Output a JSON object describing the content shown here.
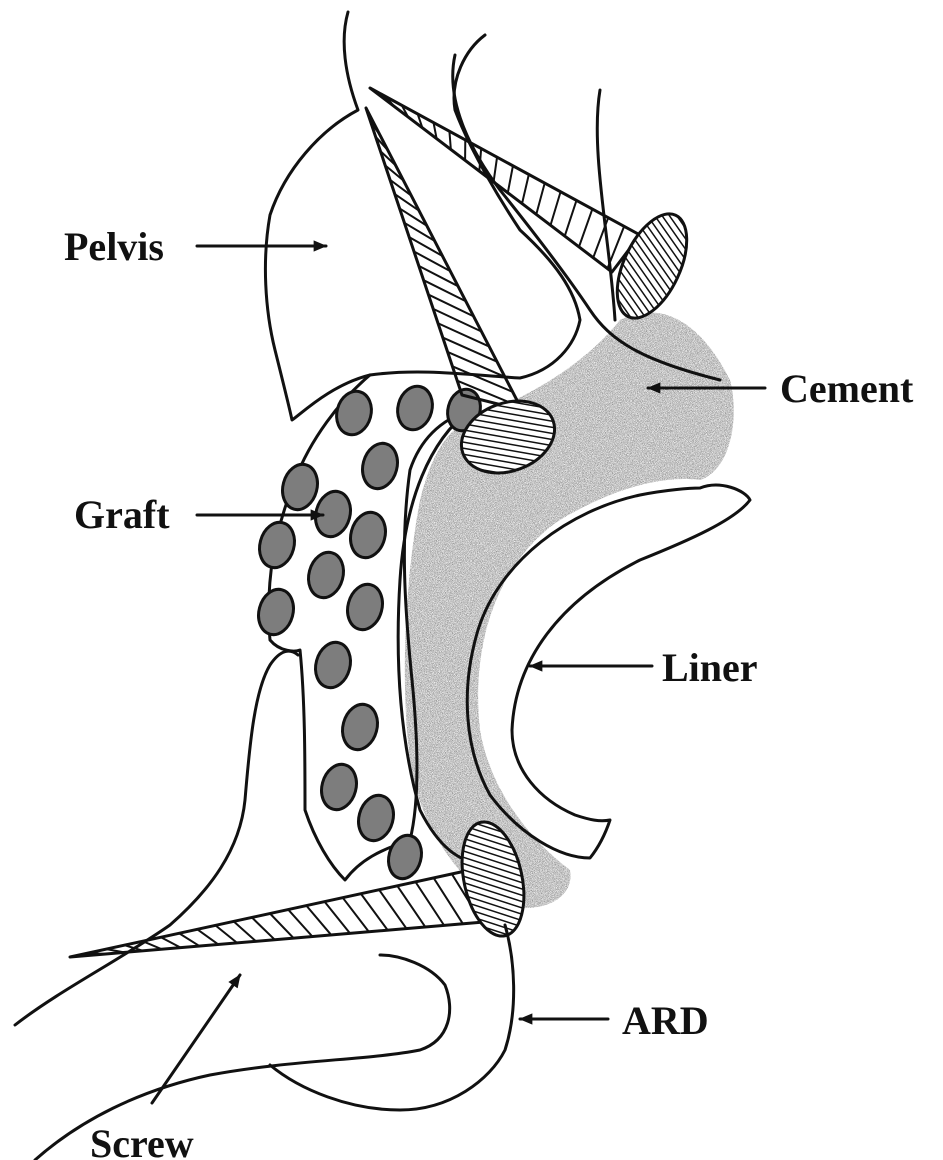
{
  "labels": {
    "pelvis": "Pelvis",
    "cement": "Cement",
    "graft": "Graft",
    "liner": "Liner",
    "ard": "ARD",
    "screw": "Screw"
  },
  "colors": {
    "ink": "#111111",
    "graft_fill": "#7d7d7d",
    "cement_fill": "#8a8a8a",
    "background": "#ffffff"
  }
}
